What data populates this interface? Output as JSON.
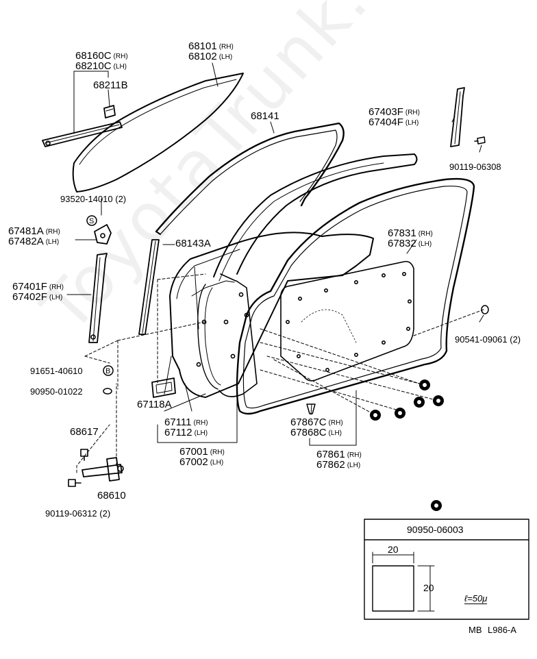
{
  "watermark": "ToyotaTrunk.ru",
  "parts": {
    "p68101": {
      "num": "68101",
      "side": "(RH)"
    },
    "p68102": {
      "num": "68102",
      "side": "(LH)"
    },
    "p68160C": {
      "num": "68160C",
      "side": "(RH)"
    },
    "p68210C": {
      "num": "68210C",
      "side": "(LH)"
    },
    "p68211B": {
      "num": "68211B"
    },
    "p68141": {
      "num": "68141"
    },
    "p67403F": {
      "num": "67403F",
      "side": "(RH)"
    },
    "p67404F": {
      "num": "67404F",
      "side": "(LH)"
    },
    "p90119_06308": {
      "num": "90119-06308"
    },
    "p93520": {
      "num": "93520-14010 (2)"
    },
    "p67481A": {
      "num": "67481A",
      "side": "(RH)"
    },
    "p67482A": {
      "num": "67482A",
      "side": "(LH)"
    },
    "p68143A": {
      "num": "68143A"
    },
    "p67831": {
      "num": "67831",
      "side": "(RH)"
    },
    "p67832": {
      "num": "67832",
      "side": "(LH)"
    },
    "p67401F": {
      "num": "67401F",
      "side": "(RH)"
    },
    "p67402F": {
      "num": "67402F",
      "side": "(LH)"
    },
    "p90541": {
      "num": "90541-09061 (2)"
    },
    "p91651": {
      "num": "91651-40610"
    },
    "p90950_01022": {
      "num": "90950-01022"
    },
    "p67118A": {
      "num": "67118A"
    },
    "p67111": {
      "num": "67111",
      "side": "(RH)"
    },
    "p67112": {
      "num": "67112",
      "side": "(LH)"
    },
    "p67867C": {
      "num": "67867C",
      "side": "(RH)"
    },
    "p67868C": {
      "num": "67868C",
      "side": "(LH)"
    },
    "p68617": {
      "num": "68617"
    },
    "p67001": {
      "num": "67001",
      "side": "(RH)"
    },
    "p67002": {
      "num": "67002",
      "side": "(LH)"
    },
    "p67861": {
      "num": "67861",
      "side": "(RH)"
    },
    "p67862": {
      "num": "67862",
      "side": "(LH)"
    },
    "p68610": {
      "num": "68610"
    },
    "p90119_06312": {
      "num": "90119-06312 (2)"
    }
  },
  "markers": {
    "s": "S",
    "b": "B"
  },
  "detail_box": {
    "part": "90950-06003",
    "width": "20",
    "height": "20",
    "thickness": "ℓ=50μ"
  },
  "footer": {
    "code": "MB",
    "ref": "L986-A"
  }
}
